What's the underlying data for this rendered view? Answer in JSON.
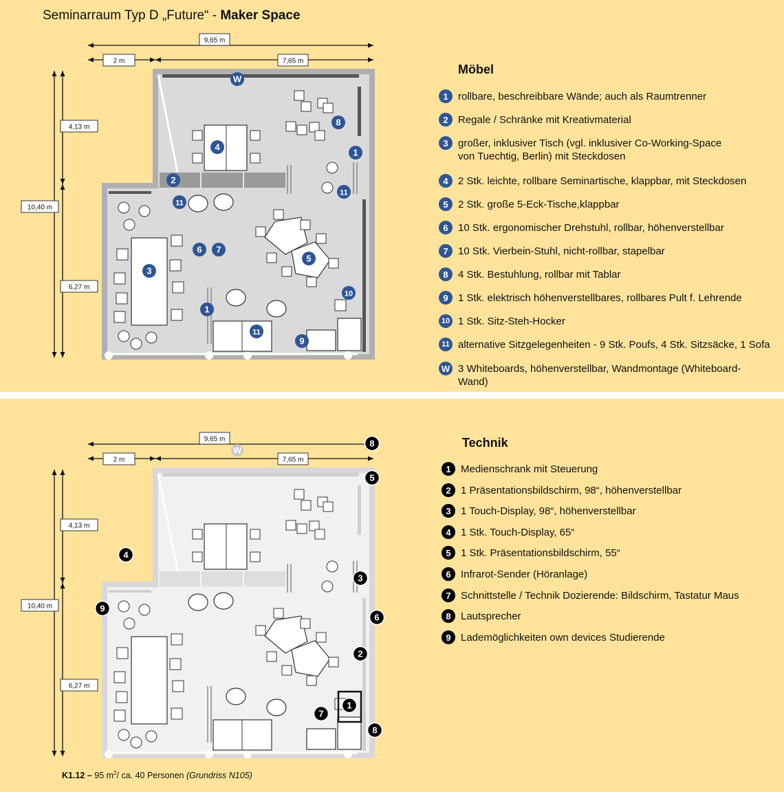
{
  "title": {
    "prefix": "Seminarraum Typ D „Future“ - ",
    "bold": "Maker Space"
  },
  "dimensions": {
    "total_width": "9,65 m",
    "left_width": "2 m",
    "right_width": "7,65 m",
    "total_height": "10,40 m",
    "upper_height": "4,13 m",
    "lower_height": "6,27 m"
  },
  "moebel": {
    "heading": "Möbel",
    "items": [
      {
        "num": "1",
        "text": "rollbare, beschreibbare Wände; auch als Raumtrenner"
      },
      {
        "num": "2",
        "text": "Regale / Schränke mit Kreativmaterial"
      },
      {
        "num": "3",
        "text": "großer, inklusiver Tisch (vgl. inklusiver Co-Working-Space\nvon Tuechtig, Berlin) mit Steckdosen"
      },
      {
        "num": "4",
        "text": "2 Stk.  leichte, rollbare Seminartische, klappbar, mit Steckdosen"
      },
      {
        "num": "5",
        "text": "2 Stk. große 5-Eck-Tische,klappbar"
      },
      {
        "num": "6",
        "text": "10 Stk. ergonomischer Drehstuhl, rollbar, höhenverstellbar"
      },
      {
        "num": "7",
        "text": "10 Stk. Vierbein-Stuhl, nicht-rollbar, stapelbar"
      },
      {
        "num": "8",
        "text": "4 Stk. Bestuhlung, rollbar mit Tablar"
      },
      {
        "num": "9",
        "text": "1 Stk. elektrisch höhenverstellbares, rollbares Pult f. Lehrende"
      },
      {
        "num": "10",
        "text": "1 Stk. Sitz-Steh-Hocker"
      },
      {
        "num": "11",
        "text": "alternative Sitzgelegenheiten - 9 Stk. Poufs, 4 Stk. Sitzsäcke, 1 Sofa"
      },
      {
        "num": "W",
        "text": "3 Whiteboards, höhenverstellbar, Wandmontage (Whiteboard-\nWand)"
      }
    ]
  },
  "technik": {
    "heading": "Technik",
    "items": [
      {
        "num": "1",
        "text": "Medienschrank mit Steuerung"
      },
      {
        "num": "2",
        "text": "1 Präsentationsbildschirm, 98“, höhenverstellbar"
      },
      {
        "num": "3",
        "text": "1 Touch-Display, 98“, höhenverstellbar"
      },
      {
        "num": "4",
        "text": "1 Stk. Touch-Display, 65“"
      },
      {
        "num": "5",
        "text": "1 Stk. Präsentationsbildschirm, 55“"
      },
      {
        "num": "6",
        "text": "Infrarot-Sender (Höranlage)"
      },
      {
        "num": "7",
        "text": "Schnittstelle / Technik Dozierende: Bildschirm, Tastatur Maus"
      },
      {
        "num": "8",
        "text": "Lautsprecher"
      },
      {
        "num": "9",
        "text": "Lademöglichkeiten own devices Studierende"
      }
    ]
  },
  "plan_markers_top": {
    "w": "W",
    "m1": "1",
    "m2": "2",
    "m3": "3",
    "m4": "4",
    "m5": "5",
    "m6": "6",
    "m7": "7",
    "m8": "8",
    "m9": "9",
    "m10": "10",
    "m11": "11"
  },
  "plan_markers_bottom": {
    "w": "W",
    "t1": "1",
    "t2": "2",
    "t3": "3",
    "t4": "4",
    "t5": "5",
    "t6": "6",
    "t7": "7",
    "t8": "8",
    "t9": "9"
  },
  "footer": {
    "code": "K1.12 –",
    "area_prefix": " 95 m",
    "superscript": "2",
    "persons": "/ ca. 40 Personen ",
    "reference": "(Grundriss  N105)"
  }
}
